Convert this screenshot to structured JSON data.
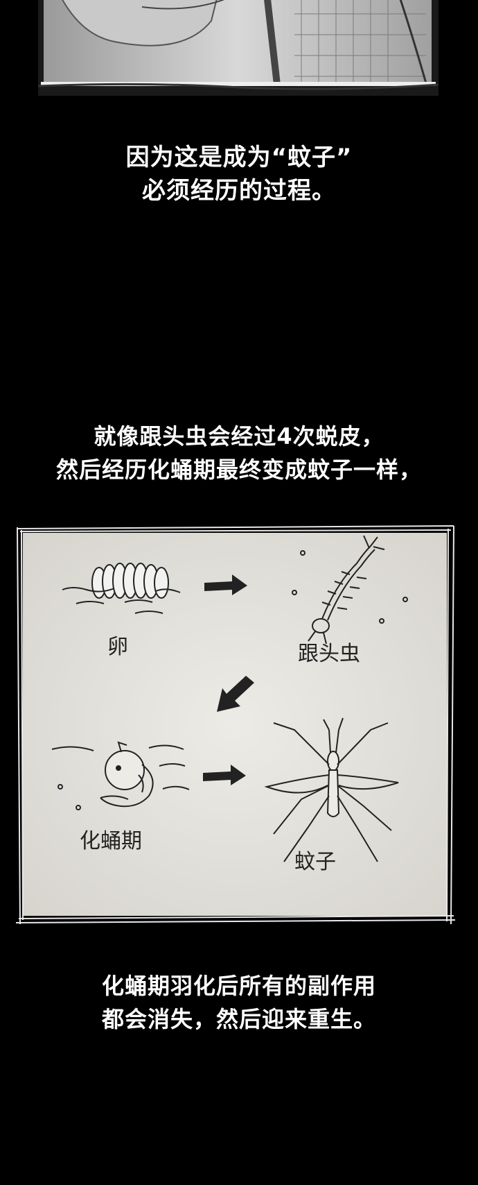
{
  "captions": {
    "first": {
      "line1": "因为这是成为“蚊子”",
      "line2": "必须经历的过程。"
    },
    "second": {
      "line1": "就像跟头虫会经过4次蜕皮，",
      "line2": "然后经历化蛹期最终变成蚊子一样，"
    },
    "third": {
      "line1": "化蛹期羽化后所有的副作用",
      "line2": "都会消失，然后迎来重生。"
    }
  },
  "diagram": {
    "stages": {
      "egg": "卵",
      "larva": "跟头虫",
      "pupa": "化蛹期",
      "mosquito": "蚊子"
    }
  }
}
